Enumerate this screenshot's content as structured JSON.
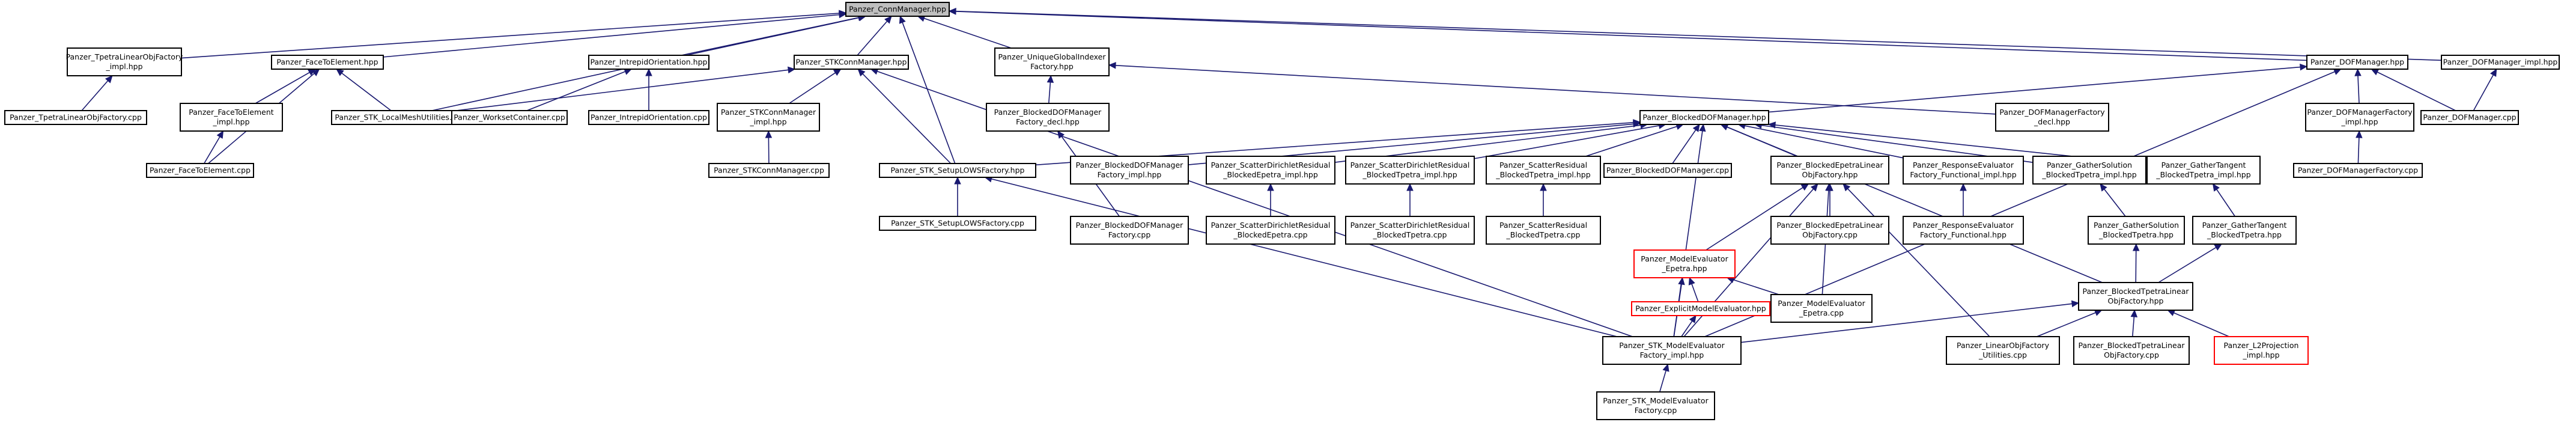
{
  "colors": {
    "edge": "#191970",
    "selected_fill": "#bfbfbf",
    "node_border": "#000000",
    "undocumented_border": "#ff0000",
    "background": "#ffffff"
  },
  "nodes": {
    "root": {
      "lines": [
        "Panzer_ConnManager.hpp"
      ]
    },
    "tlof": {
      "lines": [
        "Panzer_TpetraLinearObjFactory",
        "_impl.hpp"
      ]
    },
    "fte": {
      "lines": [
        "Panzer_FaceToElement.hpp"
      ]
    },
    "io": {
      "lines": [
        "Panzer_IntrepidOrientation.hpp"
      ]
    },
    "stkcm": {
      "lines": [
        "Panzer_STKConnManager.hpp"
      ]
    },
    "ugif": {
      "lines": [
        "Panzer_UniqueGlobalIndexer",
        "Factory.hpp"
      ]
    },
    "dofm": {
      "lines": [
        "Panzer_DOFManager.hpp"
      ]
    },
    "dofmi": {
      "lines": [
        "Panzer_DOFManager_impl.hpp"
      ]
    },
    "tlofcpp": {
      "lines": [
        "Panzer_TpetraLinearObjFactory.cpp"
      ]
    },
    "ftei": {
      "lines": [
        "Panzer_FaceToElement",
        "_impl.hpp"
      ]
    },
    "stklmu": {
      "lines": [
        "Panzer_STK_LocalMeshUtilities.cpp"
      ]
    },
    "wc": {
      "lines": [
        "Panzer_WorksetContainer.cpp"
      ]
    },
    "iocpp": {
      "lines": [
        "Panzer_IntrepidOrientation.cpp"
      ]
    },
    "stkcmi": {
      "lines": [
        "Panzer_STKConnManager",
        "_impl.hpp"
      ]
    },
    "bdmfd": {
      "lines": [
        "Panzer_BlockedDOFManager",
        "Factory_decl.hpp"
      ]
    },
    "bdm": {
      "lines": [
        "Panzer_BlockedDOFManager.hpp"
      ]
    },
    "dmfd": {
      "lines": [
        "Panzer_DOFManagerFactory",
        "_decl.hpp"
      ]
    },
    "dmfi": {
      "lines": [
        "Panzer_DOFManagerFactory",
        "_impl.hpp"
      ]
    },
    "dofmcpp": {
      "lines": [
        "Panzer_DOFManager.cpp"
      ]
    },
    "ftecpp": {
      "lines": [
        "Panzer_FaceToElement.cpp"
      ]
    },
    "stkcmcpp": {
      "lines": [
        "Panzer_STKConnManager.cpp"
      ]
    },
    "lows": {
      "lines": [
        "Panzer_STK_SetupLOWSFactory.hpp"
      ]
    },
    "bdmfi": {
      "lines": [
        "Panzer_BlockedDOFManager",
        "Factory_impl.hpp"
      ]
    },
    "sdrbei": {
      "lines": [
        "Panzer_ScatterDirichletResidual",
        "_BlockedEpetra_impl.hpp"
      ]
    },
    "sdrbti": {
      "lines": [
        "Panzer_ScatterDirichletResidual",
        "_BlockedTpetra_impl.hpp"
      ]
    },
    "srbti": {
      "lines": [
        "Panzer_ScatterResidual",
        "_BlockedTpetra_impl.hpp"
      ]
    },
    "bdmcpp": {
      "lines": [
        "Panzer_BlockedDOFManager.cpp"
      ]
    },
    "belof": {
      "lines": [
        "Panzer_BlockedEpetraLinear",
        "ObjFactory.hpp"
      ]
    },
    "refi": {
      "lines": [
        "Panzer_ResponseEvaluator",
        "Factory_Functional_impl.hpp"
      ]
    },
    "gsbti": {
      "lines": [
        "Panzer_GatherSolution",
        "_BlockedTpetra_impl.hpp"
      ]
    },
    "gtbti": {
      "lines": [
        "Panzer_GatherTangent",
        "_BlockedTpetra_impl.hpp"
      ]
    },
    "dmfcpp": {
      "lines": [
        "Panzer_DOFManagerFactory.cpp"
      ]
    },
    "lowscpp": {
      "lines": [
        "Panzer_STK_SetupLOWSFactory.cpp"
      ]
    },
    "bdmfcpp": {
      "lines": [
        "Panzer_BlockedDOFManager",
        "Factory.cpp"
      ]
    },
    "sdrbecpp": {
      "lines": [
        "Panzer_ScatterDirichletResidual",
        "_BlockedEpetra.cpp"
      ]
    },
    "sdrbtcpp": {
      "lines": [
        "Panzer_ScatterDirichletResidual",
        "_BlockedTpetra.cpp"
      ]
    },
    "srbtcpp": {
      "lines": [
        "Panzer_ScatterResidual",
        "_BlockedTpetra.cpp"
      ]
    },
    "mee": {
      "lines": [
        "Panzer_ModelEvaluator",
        "_Epetra.hpp"
      ]
    },
    "belofcpp": {
      "lines": [
        "Panzer_BlockedEpetraLinear",
        "ObjFactory.cpp"
      ]
    },
    "refcpp": {
      "lines": [
        "Panzer_ResponseEvaluator",
        "Factory_Functional.hpp"
      ]
    },
    "gsbt": {
      "lines": [
        "Panzer_GatherSolution",
        "_BlockedTpetra.hpp"
      ]
    },
    "gtbt": {
      "lines": [
        "Panzer_GatherTangent",
        "_BlockedTpetra.hpp"
      ]
    },
    "emeh": {
      "lines": [
        "Panzer_ExplicitModelEvaluator.hpp"
      ]
    },
    "meecpp": {
      "lines": [
        "Panzer_ModelEvaluator",
        "_Epetra.cpp"
      ]
    },
    "btlof": {
      "lines": [
        "Panzer_BlockedTpetraLinear",
        "ObjFactory.hpp"
      ]
    },
    "stkmefi": {
      "lines": [
        "Panzer_STK_ModelEvaluator",
        "Factory_impl.hpp"
      ]
    },
    "lofu": {
      "lines": [
        "Panzer_LinearObjFactory",
        "_Utilities.cpp"
      ]
    },
    "btlofcpp": {
      "lines": [
        "Panzer_BlockedTpetraLinear",
        "ObjFactory.cpp"
      ]
    },
    "l2p": {
      "lines": [
        "Panzer_L2Projection",
        "_impl.hpp"
      ]
    },
    "stkmef": {
      "lines": [
        "Panzer_STK_ModelEvaluator",
        "Factory.cpp"
      ]
    }
  }
}
